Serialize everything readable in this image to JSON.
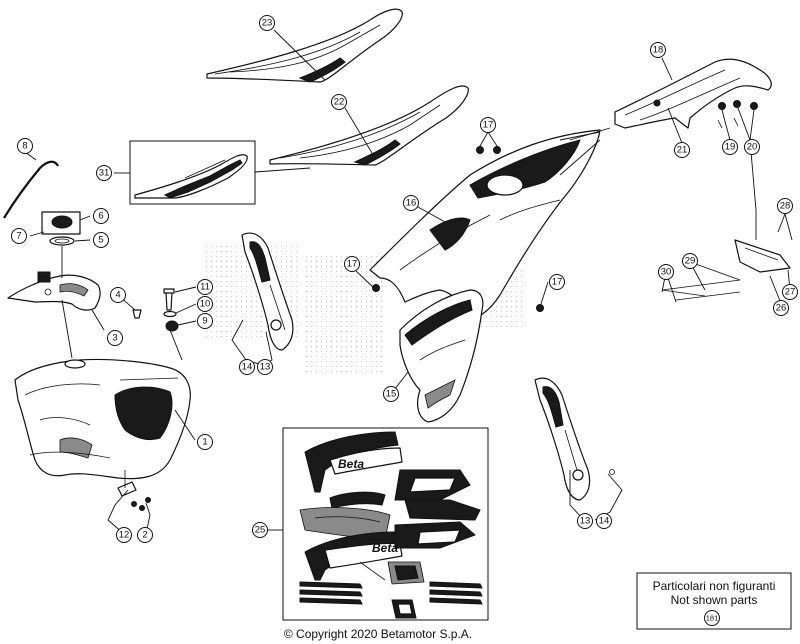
{
  "callouts": [
    "23",
    "22",
    "31",
    "18",
    "17",
    "21",
    "19",
    "20",
    "16",
    "8",
    "6",
    "7",
    "5",
    "28",
    "30",
    "29",
    "27",
    "26",
    "17",
    "17",
    "11",
    "10",
    "9",
    "4",
    "3",
    "14",
    "13",
    "15",
    "1",
    "25",
    "12",
    "2",
    "13",
    "14"
  ],
  "note": {
    "line1": "Particolari non figuranti",
    "line2": "Not shown parts",
    "number": "181"
  },
  "decal_brand": "Beta",
  "copyright": "© Copyright 2020 Betamotor S.p.A."
}
